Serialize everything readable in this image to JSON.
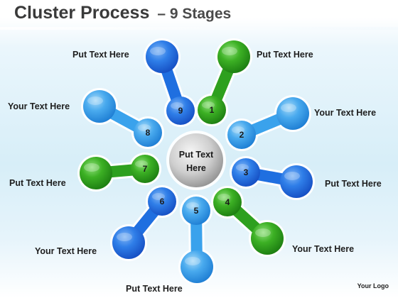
{
  "title": "Cluster Process",
  "subtitle": "– 9 Stages",
  "center_text_line1": "Put Text",
  "center_text_line2": "Here",
  "logo": "Your Logo",
  "colors": {
    "blue": "#1f6fe0",
    "light_blue": "#3aa2ec",
    "green": "#2ea01e",
    "center": "#bdbdbd"
  },
  "stages": [
    {
      "number": "1",
      "color": "green",
      "label": "Put Text Here"
    },
    {
      "number": "2",
      "color": "light_blue",
      "label": "Your Text Here"
    },
    {
      "number": "3",
      "color": "blue",
      "label": "Put Text Here"
    },
    {
      "number": "4",
      "color": "green",
      "label": "Your Text Here"
    },
    {
      "number": "5",
      "color": "light_blue",
      "label": "Put Text Here"
    },
    {
      "number": "6",
      "color": "blue",
      "label": "Your Text Here"
    },
    {
      "number": "7",
      "color": "green",
      "label": "Put Text Here"
    },
    {
      "number": "8",
      "color": "light_blue",
      "label": "Your Text Here"
    },
    {
      "number": "9",
      "color": "blue",
      "label": "Put Text Here"
    }
  ]
}
